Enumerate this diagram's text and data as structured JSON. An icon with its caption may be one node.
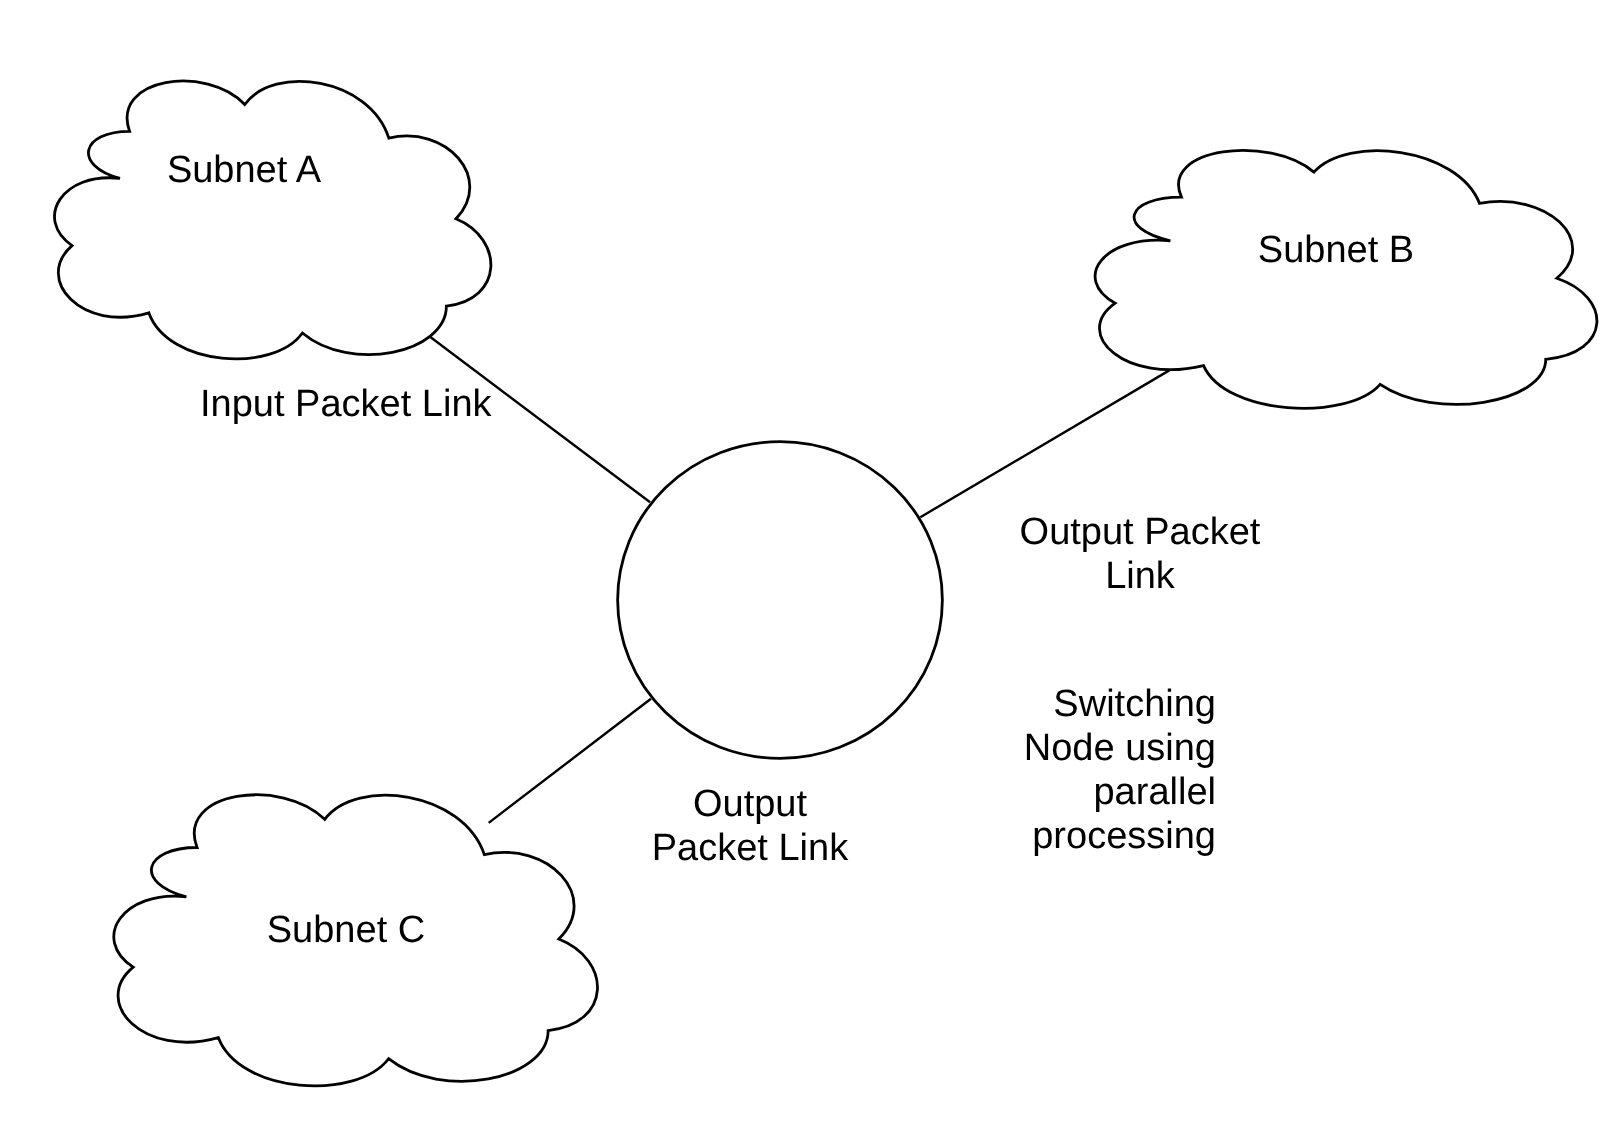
{
  "diagram": {
    "nodes": [
      {
        "text": [
          "Subnet A"
        ]
      },
      {
        "text": [
          "Subnet B"
        ]
      },
      {
        "text": [],
        "shape": "circle",
        "beside": [
          "Switching Node using parallel processing"
        ]
      },
      {
        "text": [
          "Subnet C"
        ]
      }
    ],
    "edges": [
      {
        "from": 0,
        "to": 2,
        "arrow": "none",
        "label": "Input Packet Link"
      },
      {
        "from": 2,
        "to": 1,
        "arrow": "none",
        "label": "Output Packet Link"
      },
      {
        "from": 2,
        "to": 3,
        "arrow": "none",
        "label": "Output Packet Link"
      }
    ]
  }
}
